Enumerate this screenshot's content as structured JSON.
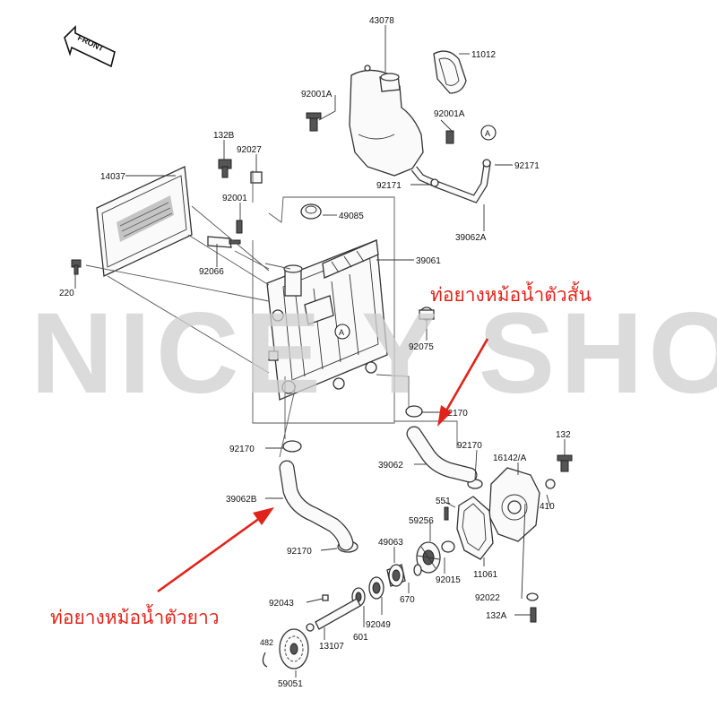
{
  "watermark": "NICE Y SHOP",
  "front_marker": "FRONT",
  "annotations": {
    "short_hose": "ท่อยางหม้อน้ำตัวสั้น",
    "long_hose": "ท่อยางหม้อน้ำตัวยาว"
  },
  "ref_marker": "A",
  "colors": {
    "annotation": "#e0241b",
    "watermark": "#cfcfcf"
  },
  "parts": {
    "p43078": "43078",
    "p11012": "11012",
    "p92001A_left": "92001A",
    "p92001A_right": "92001A",
    "p132B": "132B",
    "p92027": "92027",
    "p14037": "14037",
    "p92171_right": "92171",
    "p92171_left": "92171",
    "p92001": "92001",
    "p49085": "49085",
    "p39062A": "39062A",
    "p39061": "39061",
    "p92066": "92066",
    "p220": "220",
    "p92075": "92075",
    "p92170_a": "92170",
    "p92170_b": "92170",
    "p92170_c": "92170",
    "p92170_d": "92170",
    "p132": "132",
    "p16142A": "16142/A",
    "p39062": "39062",
    "p39062B": "39062B",
    "p551": "551",
    "p59256": "59256",
    "p410": "410",
    "p49063": "49063",
    "p11061": "11061",
    "p92015": "92015",
    "p92043": "92043",
    "p670": "670",
    "p92022": "92022",
    "p132A": "132A",
    "p482": "482",
    "p92049": "92049",
    "p13107": "13107",
    "p601": "601",
    "p59051": "59051"
  }
}
